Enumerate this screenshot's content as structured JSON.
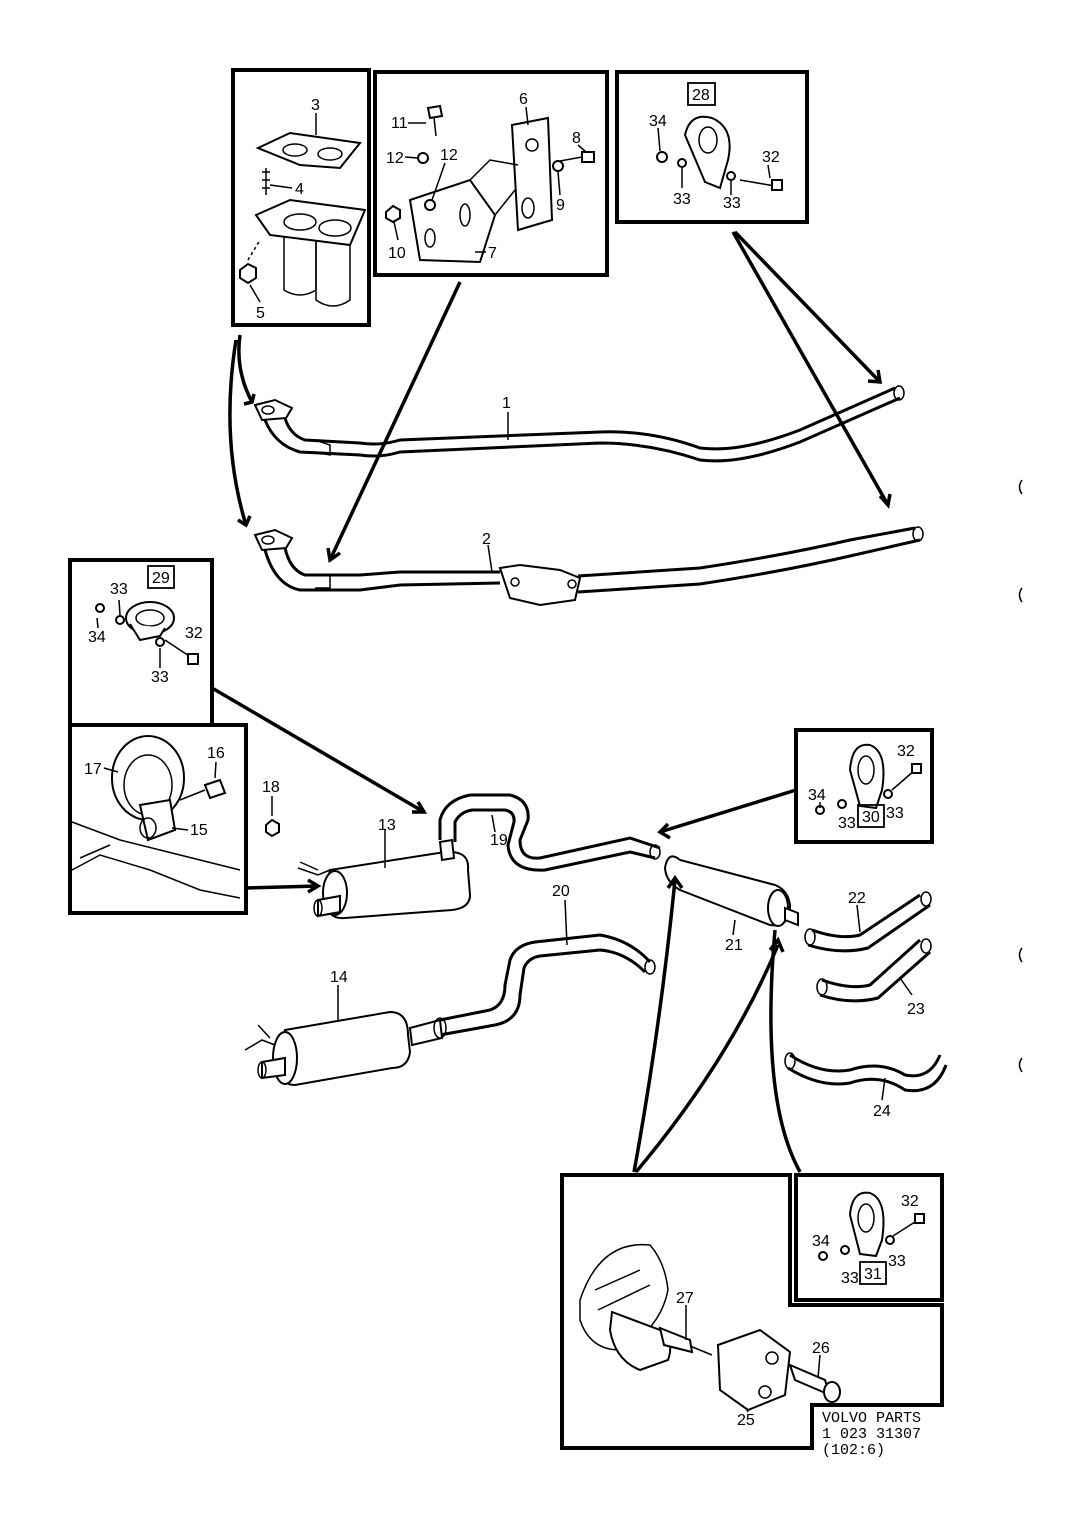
{
  "callouts": {
    "c1": "1",
    "c2": "2",
    "c3": "3",
    "c4": "4",
    "c5": "5",
    "c6": "6",
    "c7": "7",
    "c8": "8",
    "c9": "9",
    "c10": "10",
    "c11": "11",
    "c12a": "12",
    "c12b": "12",
    "c13": "13",
    "c14": "14",
    "c15": "15",
    "c16": "16",
    "c17": "17",
    "c18": "18",
    "c19": "19",
    "c20": "20",
    "c21": "21",
    "c22": "22",
    "c23": "23",
    "c24": "24",
    "c25": "25",
    "c26": "26",
    "c27": "27",
    "c28": "28",
    "c29": "29",
    "c30": "30",
    "c31": "31",
    "b28_32": "32",
    "b28_33a": "33",
    "b28_33b": "33",
    "b28_34": "34",
    "b29_32": "32",
    "b29_33a": "33",
    "b29_33b": "33",
    "b29_34": "34",
    "b30_32": "32",
    "b30_33a": "33",
    "b30_33b": "33",
    "b30_34": "34",
    "b31_32": "32",
    "b31_33a": "33",
    "b31_33b": "33",
    "b31_34": "34"
  },
  "stamp": {
    "line1": "VOLVO PARTS",
    "line2": "1 023 31307",
    "line3": "(102:6)"
  }
}
